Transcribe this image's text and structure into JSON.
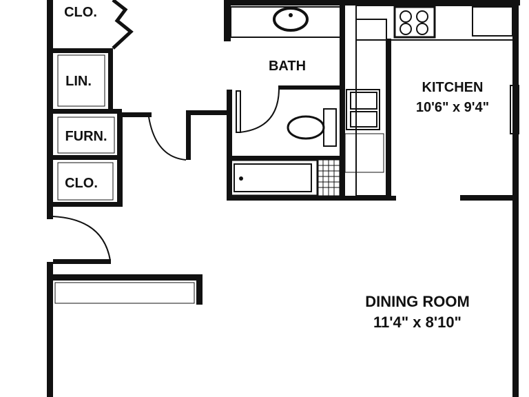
{
  "rooms": {
    "closet_top": {
      "label": "CLO."
    },
    "linen": {
      "label": "LIN."
    },
    "furnace": {
      "label": "FURN."
    },
    "closet_bottom": {
      "label": "CLO."
    },
    "bath": {
      "label": "BATH"
    },
    "kitchen": {
      "label": "KITCHEN",
      "dimensions": "10'6\" x 9'4\""
    },
    "dining_room": {
      "label": "DINING ROOM",
      "dimensions": "11'4\" x 8'10\""
    }
  },
  "colors": {
    "ink": "#111111",
    "paper": "#ffffff"
  }
}
